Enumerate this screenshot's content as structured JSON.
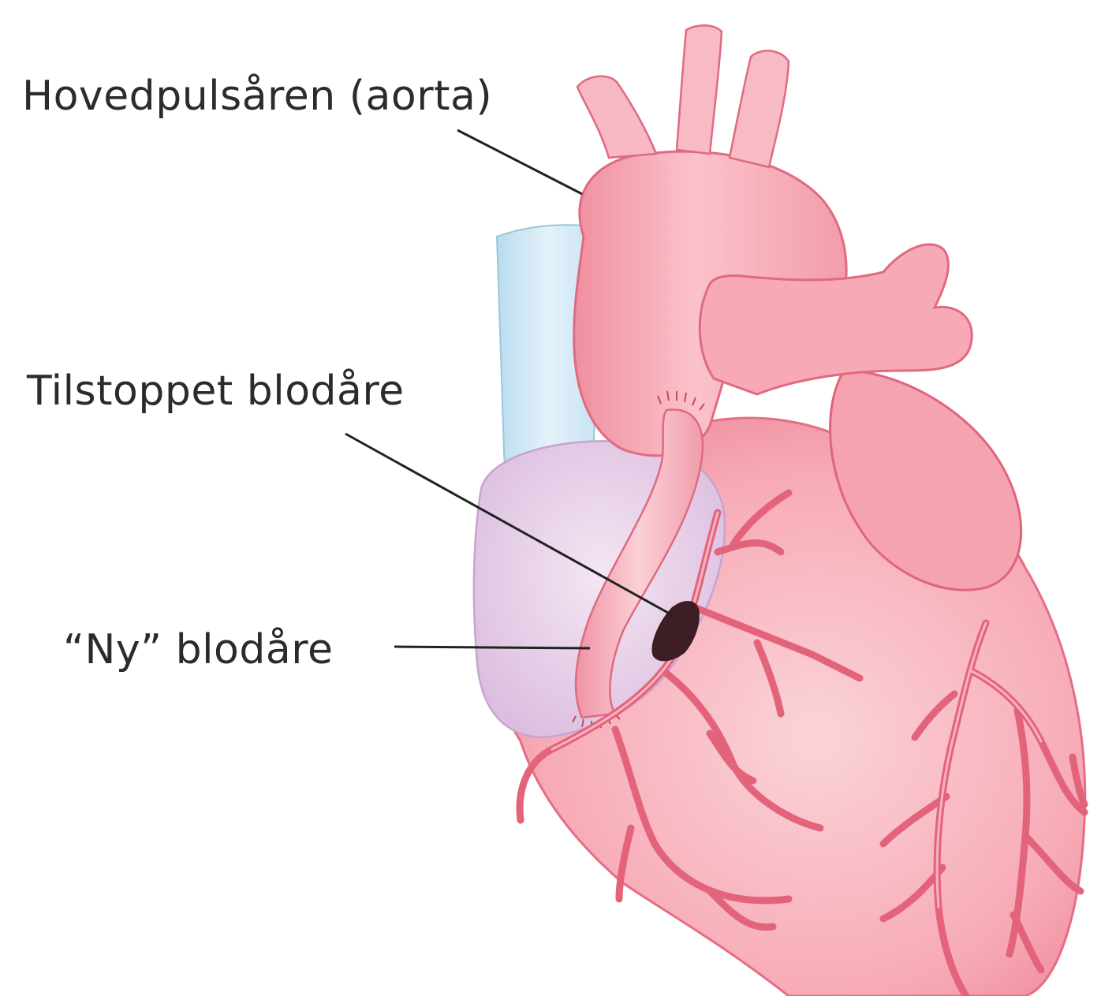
{
  "labels": {
    "aorta": "Hovedpulsåren (aorta)",
    "blocked_vessel": "Tilstoppet blodåre",
    "new_vessel": "“Ny” blodåre"
  },
  "colors": {
    "heart_fill": "#f7a7b4",
    "heart_dark": "#ec7f92",
    "heart_outline": "#d9455d",
    "vein_blue": "#cfe6f3",
    "atrium_lilac": "#e9d4ea",
    "blockage": "#3c1e24",
    "leader_line": "#222222"
  }
}
